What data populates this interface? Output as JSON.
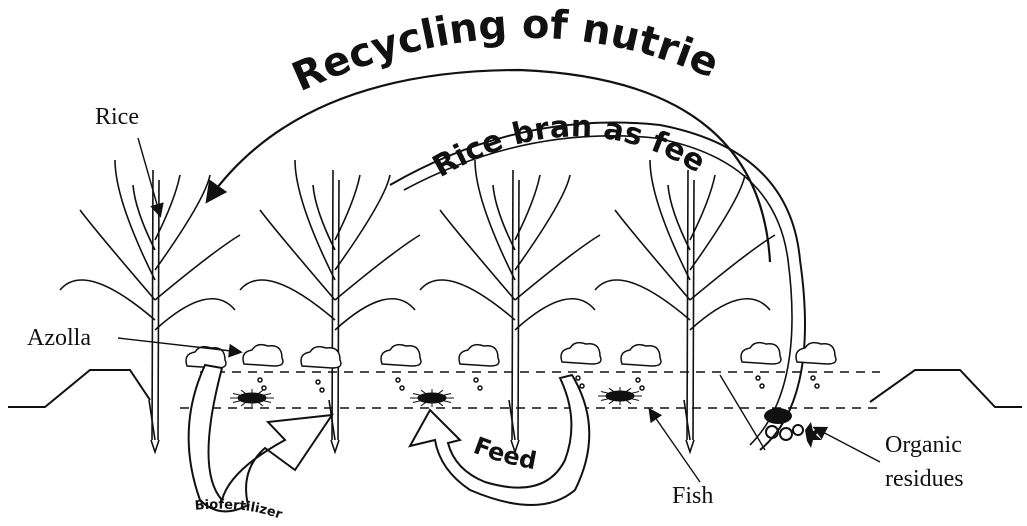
{
  "diagram": {
    "curved_labels": {
      "recycling": "Recycling of nutrients",
      "rice_bran": "Rice bran as feed",
      "feed": "Feed",
      "biofertilizer": "Biofertilizer"
    },
    "labels": {
      "rice": "Rice",
      "azolla": "Azolla",
      "fish": "Fish",
      "organic_line1": "Organic",
      "organic_line2": "residues"
    },
    "ink_color": "#111111"
  }
}
